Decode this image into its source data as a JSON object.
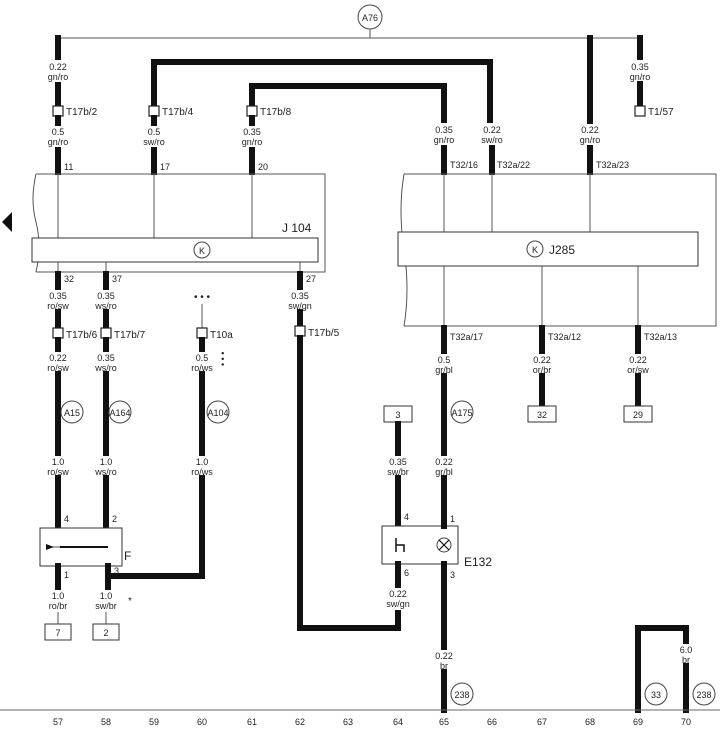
{
  "top_bus": {
    "ref": "A76"
  },
  "wires_top": [
    {
      "id": "w1",
      "size": "0.22",
      "color": "gn/ro"
    },
    {
      "id": "w2",
      "size": "0.35",
      "color": "gn/ro"
    }
  ],
  "connectors_top": [
    {
      "id": "c1",
      "label": "T17b/2"
    },
    {
      "id": "c2",
      "label": "T17b/4"
    },
    {
      "id": "c3",
      "label": "T17b/8"
    },
    {
      "id": "c4",
      "label": "T1/57"
    }
  ],
  "j104_wires": [
    {
      "size": "0.5",
      "color": "gn/ro",
      "pin": "11"
    },
    {
      "size": "0.5",
      "color": "sw/ro",
      "pin": "17"
    },
    {
      "size": "0.35",
      "color": "gn/ro",
      "pin": "20"
    }
  ],
  "j285_wires": [
    {
      "size": "0.35",
      "color": "gn/ro",
      "pin": "T32/16"
    },
    {
      "size": "0.22",
      "color": "sw/ro",
      "pin": "T32a/22"
    },
    {
      "size": "0.22",
      "color": "gn/ro",
      "pin": "T32a/23"
    }
  ],
  "modules": {
    "j104": {
      "label": "J 104",
      "symbol": "K"
    },
    "j285": {
      "label": "J285",
      "symbol": "K"
    }
  },
  "j104_bottom": [
    {
      "pin": "32",
      "size": "0.35",
      "color": "ro/sw",
      "conn": "T17b/6",
      "size2": "0.22",
      "color2": "ro/sw",
      "ref": "A15",
      "size3": "1.0",
      "color3": "ro/sw"
    },
    {
      "pin": "37",
      "size": "0.35",
      "color": "ws/ro",
      "conn": "T17b/7",
      "size2": "0.35",
      "color2": "ws/ro",
      "ref": "A164",
      "size3": "1.0",
      "color3": "ws/ro"
    }
  ],
  "t10a": {
    "dots": "• • •",
    "conn": "T10a",
    "size": "0.5",
    "color": "ro/ws",
    "note": "• • •",
    "ref": "A104",
    "size3": "1.0",
    "color3": "ro/ws"
  },
  "pin27": {
    "pin": "27",
    "size": "0.35",
    "color": "sw/gn",
    "conn": "T17b/5"
  },
  "j285_bottom": [
    {
      "pin": "T32a/17",
      "size": "0.5",
      "color": "gr/bl",
      "ref": "A175",
      "size2": "0.22",
      "color2": "gr/bl"
    },
    {
      "pin": "T32a/12",
      "size": "0.22",
      "color": "or/br",
      "box": "32"
    },
    {
      "pin": "T32a/13",
      "size": "0.22",
      "color": "or/sw",
      "box": "29"
    }
  ],
  "e132_group": {
    "box_top": "3",
    "wire1": {
      "size": "0.35",
      "color": "sw/br"
    },
    "label": "E132",
    "pins": {
      "p4": "4",
      "p1": "1",
      "p6": "6",
      "p3": "3"
    },
    "wire_sw_gn": {
      "size": "0.22",
      "color": "sw/gn"
    },
    "wire_br": {
      "size": "0.22",
      "color": "br"
    },
    "ground_ref": "238"
  },
  "switch_f": {
    "label": "F",
    "pins": {
      "p4": "4",
      "p2": "2",
      "p1": "1",
      "p3": "3"
    },
    "out_left": {
      "size": "1.0",
      "color": "ro/br",
      "box": "7"
    },
    "out_right": {
      "size": "1.0",
      "color": "sw/br",
      "box": "2",
      "mark": "*"
    }
  },
  "right_ground": {
    "ref_left": "33",
    "size": "6.0",
    "color": "br",
    "ref_right": "238"
  },
  "column_numbers": [
    "57",
    "58",
    "59",
    "60",
    "61",
    "62",
    "63",
    "64",
    "65",
    "66",
    "67",
    "68",
    "69",
    "70"
  ]
}
